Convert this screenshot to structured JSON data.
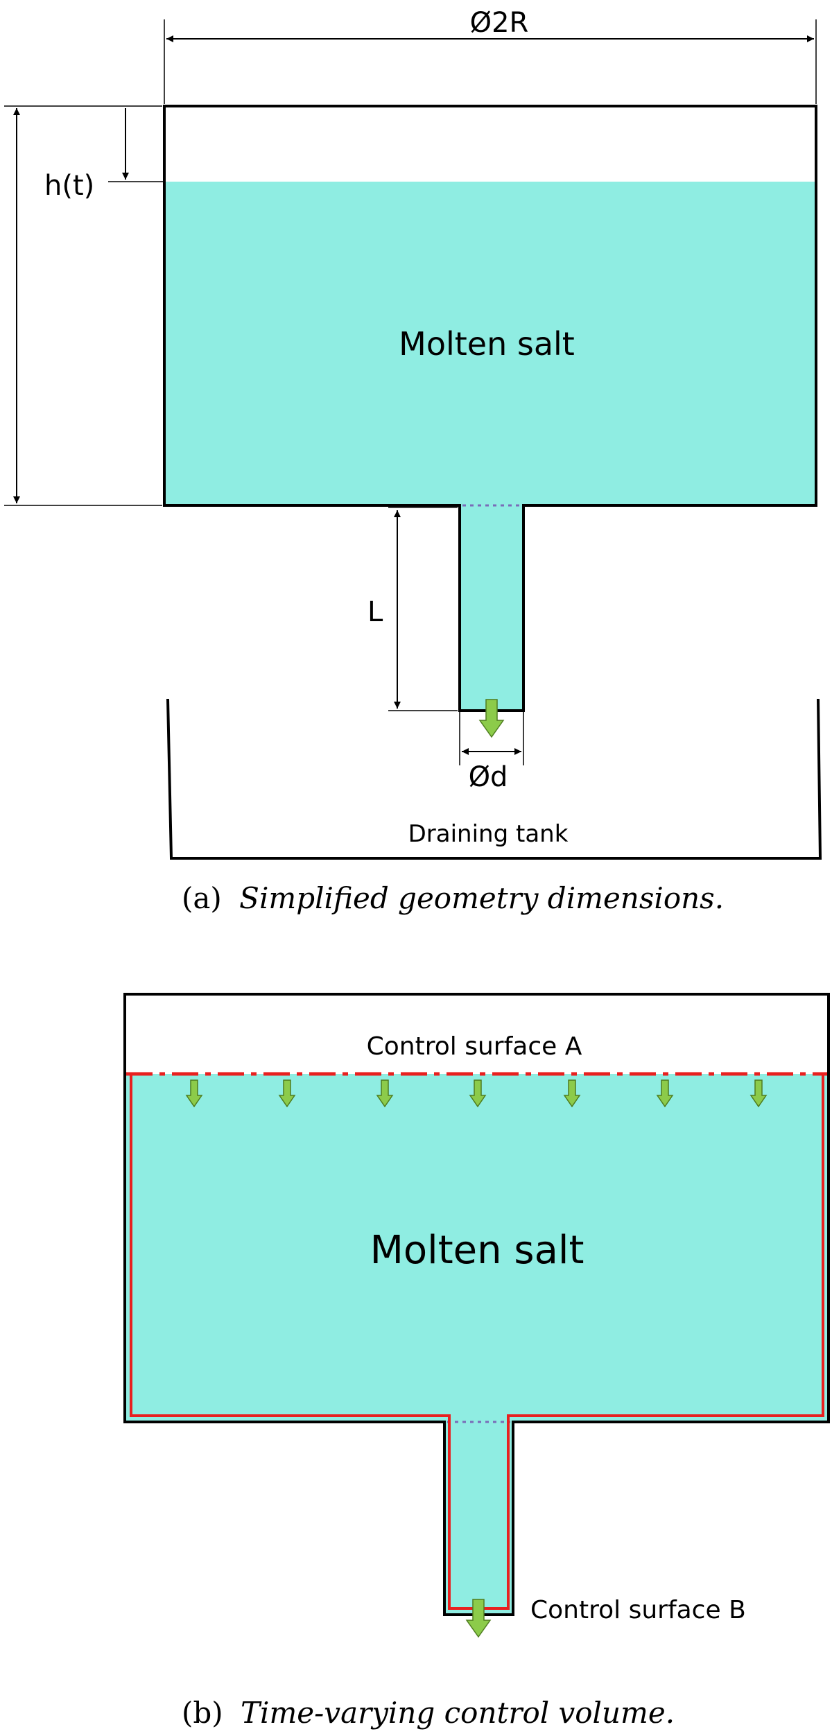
{
  "panel_a": {
    "dim_diameter": "Ø2R",
    "dim_height": "h(t)",
    "dim_length": "L",
    "dim_outlet": "Ød",
    "fluid": "Molten salt",
    "drain_tank": "Draining tank",
    "caption_tag": "(a)",
    "caption_text": "Simplified geometry dimensions."
  },
  "panel_b": {
    "surface_a": "Control surface A",
    "fluid": "Molten salt",
    "surface_b": "Control surface B",
    "caption_tag": "(b)",
    "caption_text": "Time-varying control volume."
  },
  "colors": {
    "fluid": "#8fede2",
    "control_volume": "#e8201f",
    "arrow": "#8ccb4a"
  }
}
